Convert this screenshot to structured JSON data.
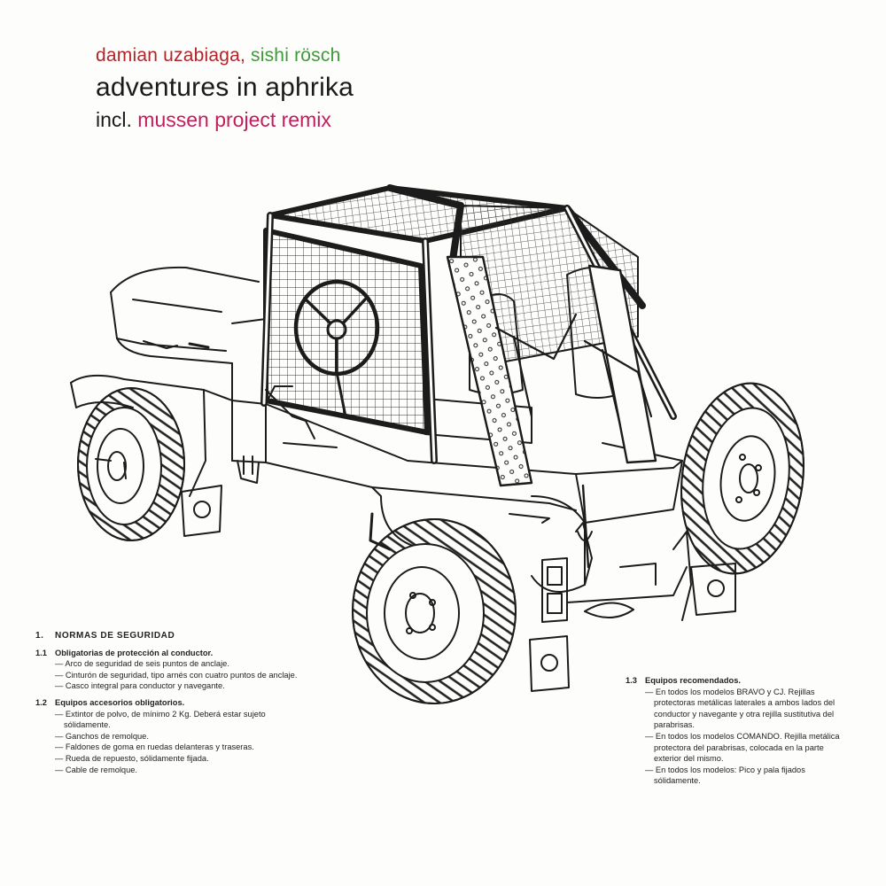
{
  "cover": {
    "artist_1": "damian uzabiaga",
    "separator": ",",
    "artist_2": "sishi rösch",
    "album_title": "adventures in aphrika",
    "incl_prefix": "incl.",
    "remix_credit": "mussen project remix"
  },
  "spec_left": {
    "section_number": "1.",
    "section_title": "NORMAS DE SEGURIDAD",
    "groups": [
      {
        "number": "1.1",
        "heading": "Obligatorias de protección al conductor.",
        "items": [
          "— Arco de seguridad de seis puntos de anclaje.",
          "— Cinturón de seguridad, tipo arnés con cuatro puntos de anclaje.",
          "— Casco integral para conductor y navegante."
        ]
      },
      {
        "number": "1.2",
        "heading": "Equipos accesorios obligatorios.",
        "items": [
          "— Extintor de polvo, de mínimo 2 Kg. Deberá estar sujeto sólidamente.",
          "— Ganchos de remolque.",
          "— Faldones de goma en ruedas delanteras y traseras.",
          "— Rueda de repuesto, sólidamente fijada.",
          "— Cable de remolque."
        ]
      }
    ]
  },
  "spec_right": {
    "number": "1.3",
    "heading": "Equipos recomendados.",
    "items": [
      "— En todos los modelos BRAVO y CJ. Rejillas protectoras metálicas laterales a ambos lados del conductor y navegante y otra rejilla sustitutiva del parabrisas.",
      "— En todos los modelos COMANDO. Rejilla metálica protectora del parabrisas, colocada en la parte exterior del mismo.",
      "— En todos los modelos: Pico y pala fijados sólidamente."
    ]
  },
  "colors": {
    "artist_1": "#b0252a",
    "artist_2": "#3f9a3a",
    "remix": "#c41d5d",
    "ink": "#1a1a1a",
    "paper": "#fdfdfb"
  }
}
